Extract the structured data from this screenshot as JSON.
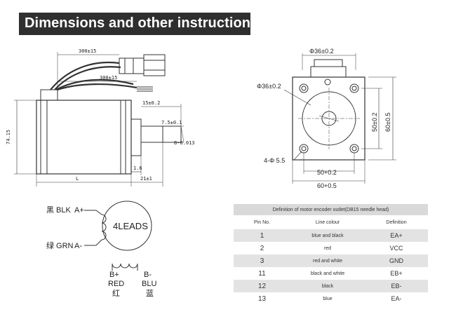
{
  "header": {
    "title": "Dimensions and other instructions"
  },
  "side_view": {
    "cable_length_1": "300±15",
    "cable_length_2": "300±15",
    "height": "74.15",
    "shaft_len": "15±0.2",
    "key": "7.5±0.1",
    "shaft_dia": "8-0.013",
    "flange": "1.6",
    "length": "L",
    "tail": "21±1"
  },
  "front_view": {
    "top_dia": "Φ36±0.2",
    "left_dia": "Φ36±0.2",
    "holes": "4-Φ 5.5",
    "vert_inner": "50±0.2",
    "vert_outer": "60±0.5",
    "bottom_inner": "50+0.2",
    "bottom_outer": "60+0.5"
  },
  "wiring": {
    "black_wire": "黑 BLK",
    "green_wire": "绿 GRN",
    "a_plus": "A+",
    "a_minus": "A-",
    "circle_label": "4LEADS",
    "b_plus": "B+",
    "b_minus": "B-",
    "red": "RED",
    "blu": "BLU",
    "red_cn": "红",
    "blu_cn": "蓝"
  },
  "encoder_table": {
    "title": "Definition of motor encoder outlet(DB15 needle head)",
    "headers": [
      "Pin No.",
      "Line colour",
      "Definition"
    ],
    "rows": [
      [
        "1",
        "blue and black",
        "EA+"
      ],
      [
        "2",
        "red",
        "VCC"
      ],
      [
        "3",
        "red and white",
        "GND"
      ],
      [
        "11",
        "black and white",
        "EB+"
      ],
      [
        "12",
        "black",
        "EB-"
      ],
      [
        "13",
        "blue",
        "EA-"
      ]
    ]
  }
}
